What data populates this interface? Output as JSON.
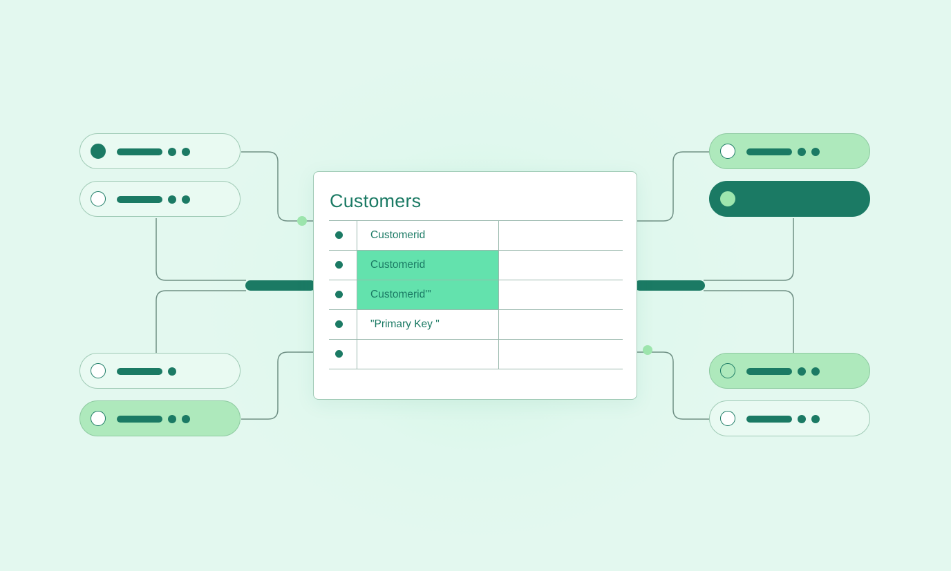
{
  "table": {
    "title": "Customers",
    "rows": [
      {
        "field": "Customerid",
        "highlighted": false
      },
      {
        "field": "Customerid",
        "highlighted": true
      },
      {
        "field": "Customerid'\"",
        "highlighted": true
      },
      {
        "field": "\"Primary Key \"",
        "highlighted": false
      },
      {
        "field": "",
        "highlighted": false
      }
    ]
  },
  "nodes": {
    "left": [
      {
        "id": "left-1",
        "style": "pale",
        "knob": "filled",
        "dots": 2
      },
      {
        "id": "left-2",
        "style": "pale",
        "knob": "hollow",
        "dots": 2
      },
      {
        "id": "left-3",
        "style": "pale",
        "knob": "hollow",
        "dots": 1
      },
      {
        "id": "left-4",
        "style": "light-green",
        "knob": "hollow",
        "dots": 2
      }
    ],
    "right": [
      {
        "id": "right-1",
        "style": "light-green",
        "knob": "hollow",
        "dots": 2
      },
      {
        "id": "right-2",
        "style": "dark",
        "knob": "accent",
        "dots": 0
      },
      {
        "id": "right-3",
        "style": "light-green",
        "knob": "hollow",
        "dots": 2
      },
      {
        "id": "right-4",
        "style": "pale",
        "knob": "hollow",
        "dots": 2
      }
    ]
  },
  "colors": {
    "background": "#e3f8ef",
    "primary": "#1b7a64",
    "highlight": "#63e2ad",
    "light_green": "#aee9bc",
    "connector": "#6f8f84",
    "connector_dot": "#9ee6ae"
  }
}
